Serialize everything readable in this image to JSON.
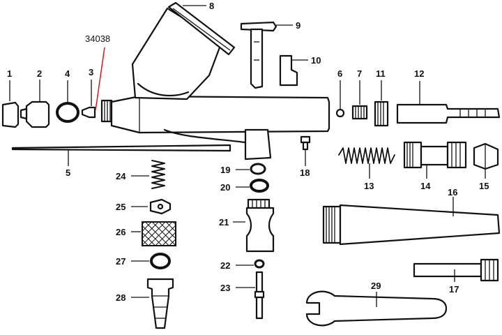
{
  "callout": {
    "text": "34038",
    "color": "#d11a1a"
  },
  "labels": {
    "l1": "1",
    "l2": "2",
    "l3": "3",
    "l4": "4",
    "l5": "5",
    "l6": "6",
    "l7": "7",
    "l8": "8",
    "l9": "9",
    "l10": "10",
    "l11": "11",
    "l12": "12",
    "l13": "13",
    "l14": "14",
    "l15": "15",
    "l16": "16",
    "l17": "17",
    "l18": "18",
    "l19": "19",
    "l20": "20",
    "l21": "21",
    "l22": "22",
    "l23": "23",
    "l24": "24",
    "l25": "25",
    "l26": "26",
    "l27": "27",
    "l28": "28",
    "l29": "29"
  }
}
